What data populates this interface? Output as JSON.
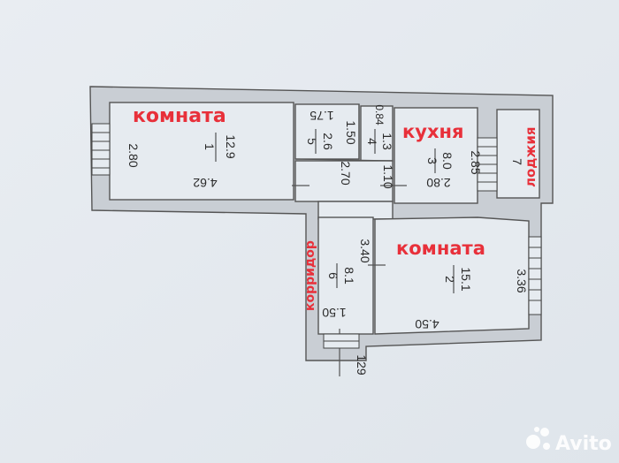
{
  "plan": {
    "rooms": [
      {
        "label": "комната",
        "number": "1",
        "area": "12.9",
        "width": "4.62",
        "height": "2.80"
      },
      {
        "label": "кухня",
        "number": "3",
        "area": "8.0",
        "width": "2.80",
        "height": "2.85"
      },
      {
        "label": "комната",
        "number": "2",
        "area": "15.1",
        "width": "4.50",
        "height": "3.36"
      },
      {
        "label": "лоджия",
        "number": "7"
      },
      {
        "label": "корридор",
        "number": "6",
        "area": "8.1",
        "width": "1.50",
        "height": "3.40"
      }
    ],
    "small_rooms": [
      {
        "number": "5",
        "area": "2.6",
        "top": "1.75",
        "side": "1.50"
      },
      {
        "number": "4",
        "area": "1.3",
        "top": "0.84",
        "side": "1.10"
      }
    ],
    "hall": {
      "width": "2.70"
    },
    "mark": "129"
  },
  "watermark": {
    "text": "Avito",
    "color": "#ffffff"
  },
  "colors": {
    "wall": "#555555",
    "room_label": "#e8303a",
    "paper": "#e6ebf0"
  }
}
